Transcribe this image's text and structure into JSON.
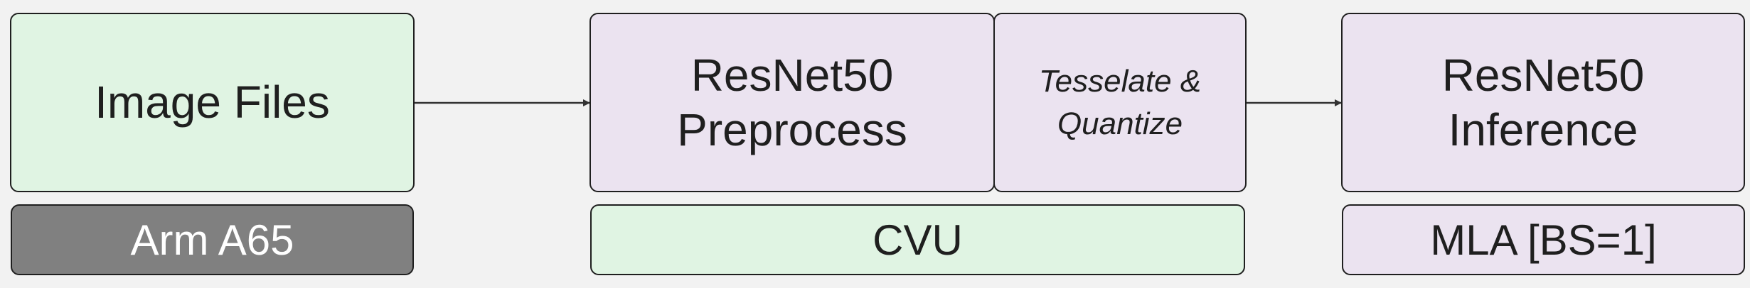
{
  "colors": {
    "background": "#f2f2f2",
    "host_box": "#e0f4e3",
    "accelerator_box": "#ebe3f0",
    "arm_label": "#808080",
    "stroke": "#1f1f1f"
  },
  "nodes": {
    "image_files": {
      "label": "Image Files"
    },
    "preprocess": {
      "line1": "ResNet50",
      "line2": "Preprocess"
    },
    "tesselate": {
      "line1": "Tesselate &",
      "line2": "Quantize"
    },
    "inference": {
      "line1": "ResNet50",
      "line2": "Inference"
    }
  },
  "hardware_labels": {
    "arm": "Arm A65",
    "cvu": "CVU",
    "mla": "MLA [BS=1]"
  },
  "edges": [
    {
      "from": "Image Files",
      "to": "ResNet50 Preprocess"
    },
    {
      "from": "Tesselate & Quantize",
      "to": "ResNet50 Inference"
    }
  ]
}
